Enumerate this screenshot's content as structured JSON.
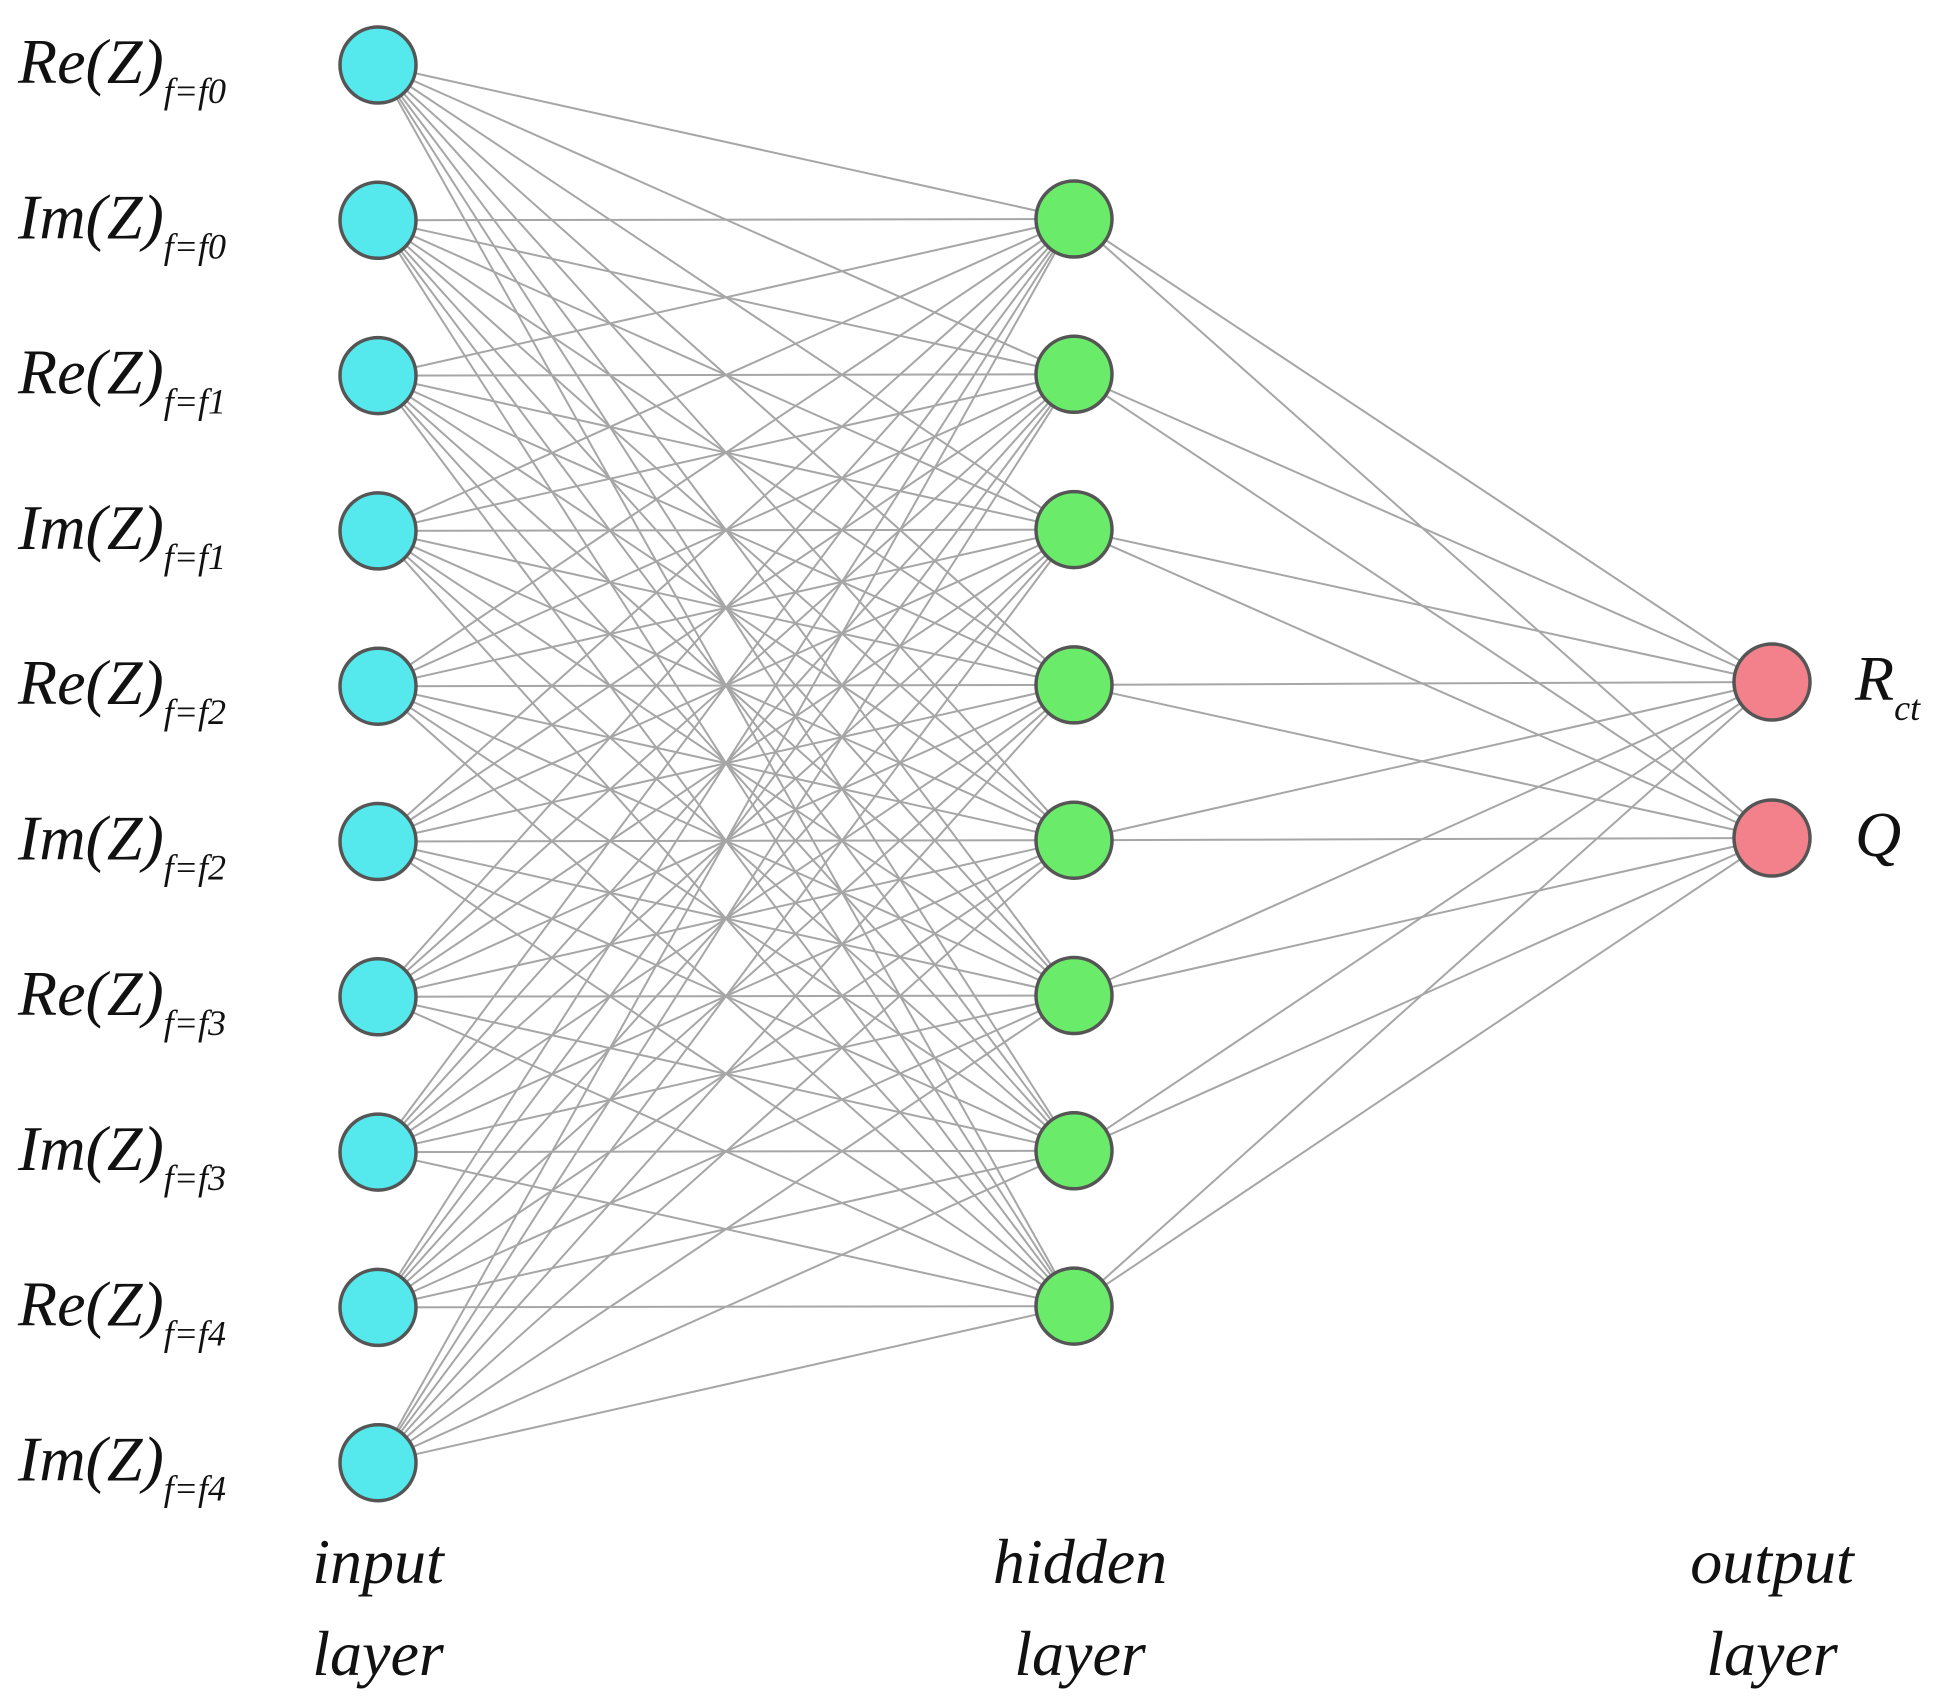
{
  "colors": {
    "input": "#55e8ec",
    "hidden": "#6aec6a",
    "output": "#f2818c",
    "edge": "#a6a6a6",
    "node_stroke": "#555555"
  },
  "layers": {
    "input": {
      "title_line1": "input",
      "title_line2": "layer",
      "nodes": [
        {
          "main": "Re(Z)",
          "sub": "f=f0"
        },
        {
          "main": "Im(Z)",
          "sub": "f=f0"
        },
        {
          "main": "Re(Z)",
          "sub": "f=f1"
        },
        {
          "main": "Im(Z)",
          "sub": "f=f1"
        },
        {
          "main": "Re(Z)",
          "sub": "f=f2"
        },
        {
          "main": "Im(Z)",
          "sub": "f=f2"
        },
        {
          "main": "Re(Z)",
          "sub": "f=f3"
        },
        {
          "main": "Im(Z)",
          "sub": "f=f3"
        },
        {
          "main": "Re(Z)",
          "sub": "f=f4"
        },
        {
          "main": "Im(Z)",
          "sub": "f=f4"
        }
      ]
    },
    "hidden": {
      "title_line1": "hidden",
      "title_line2": "layer",
      "node_count": 8
    },
    "output": {
      "title_line1": "output",
      "title_line2": "layer",
      "nodes": [
        {
          "main": "R",
          "sub": "ct"
        },
        {
          "main": "Q",
          "sub": ""
        }
      ]
    }
  }
}
